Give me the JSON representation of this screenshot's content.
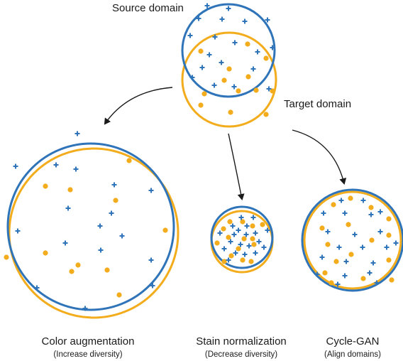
{
  "labels": {
    "source_domain": "Source domain",
    "target_domain": "Target domain",
    "color_aug_title": "Color augmentation",
    "color_aug_sub": "(Increase diversity)",
    "stain_norm_title": "Stain normalization",
    "stain_norm_sub": "(Decrease diversity)",
    "cyclegan_title": "Cycle-GAN",
    "cyclegan_sub": "(Align domains)"
  },
  "colors": {
    "source": "#2f74b8",
    "target": "#f2ac1c",
    "arrow": "#1a1a1a",
    "text": "#1a1a1a"
  },
  "legend_markers": {
    "source": "plus-marker",
    "target": "dot-marker"
  }
}
